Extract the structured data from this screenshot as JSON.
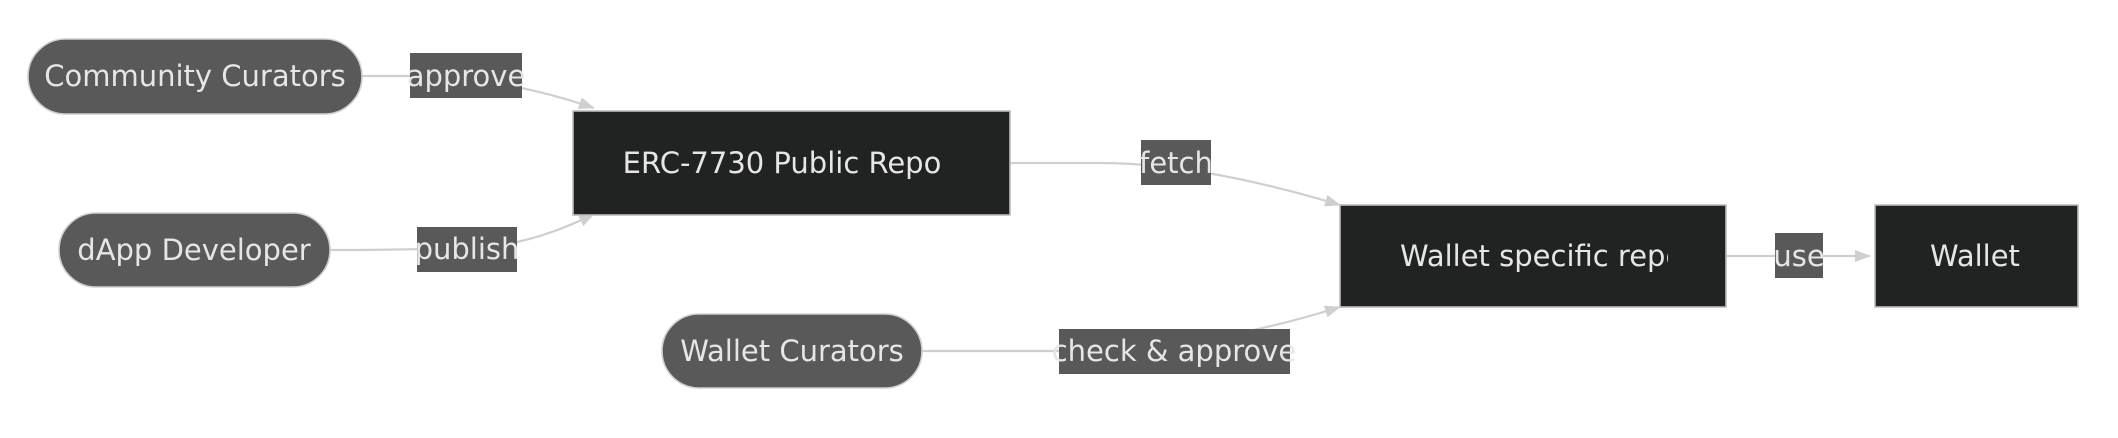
{
  "nodes": {
    "community_curators": "Community Curators",
    "dapp_developer": "dApp Developer",
    "public_repo": "ERC-7730 Public Repo",
    "wallet_curators": "Wallet Curators",
    "wallet_repo": "Wallet specific repo",
    "wallet": "Wallet"
  },
  "edges": {
    "approve": "approve",
    "publish": "publish",
    "fetch": "fetch",
    "check_approve": "check & approve",
    "use": "use"
  },
  "colors": {
    "pill_fill": "#595959",
    "rect_fill": "#212322",
    "edge_stroke": "#cfcfcf",
    "text": "#e6e6e6"
  }
}
